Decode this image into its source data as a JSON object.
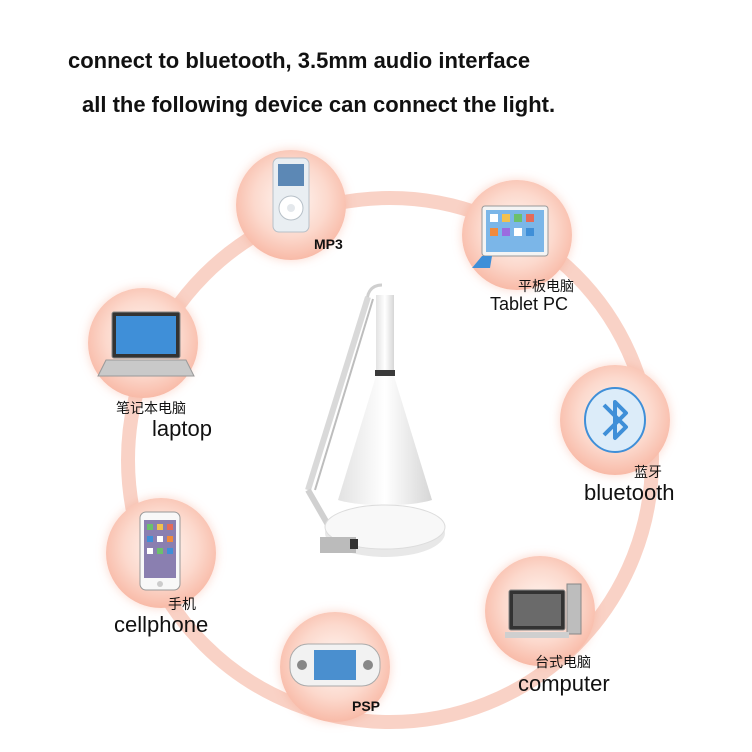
{
  "headline": {
    "line1": "connect to bluetooth, 3.5mm audio interface",
    "line2": "all the following device can connect the light."
  },
  "devices": [
    {
      "id": "mp3",
      "label_en": "MP3",
      "icon": "mp3-player-icon"
    },
    {
      "id": "tablet",
      "label_cn": "平板电脑",
      "label_en": "Tablet PC",
      "icon": "tablet-icon"
    },
    {
      "id": "bluetooth",
      "label_cn": "蓝牙",
      "label_en": "bluetooth",
      "icon": "bluetooth-icon"
    },
    {
      "id": "computer",
      "label_cn": "台式电脑",
      "label_en": "computer",
      "icon": "desktop-computer-icon"
    },
    {
      "id": "psp",
      "label_en": "PSP",
      "icon": "psp-console-icon"
    },
    {
      "id": "cellphone",
      "label_cn": "手机",
      "label_en": "cellphone",
      "icon": "cellphone-icon"
    },
    {
      "id": "laptop",
      "label_cn": "笔记本电脑",
      "label_en": "laptop",
      "icon": "laptop-icon"
    }
  ],
  "colors": {
    "ring": "#f7c3b3",
    "node_edge": "#f59f86",
    "accent_blue": "#3f8fd8"
  }
}
